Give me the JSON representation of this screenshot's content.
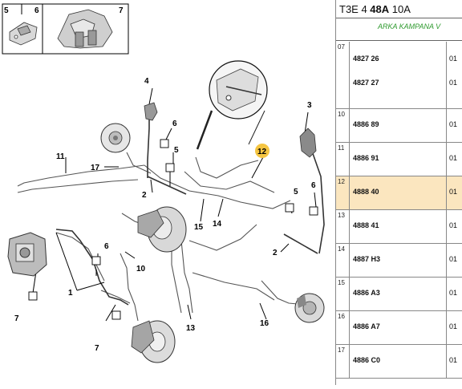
{
  "header": {
    "code_prefix": "T3E 4 ",
    "code_bold": "48A",
    "code_suffix": " 10A"
  },
  "subtitle": "ARKA KAMPANA V",
  "rows": [
    {
      "num": "07",
      "refs": [
        "4827 26",
        "4827 27"
      ],
      "qtys": [
        "01",
        "01"
      ],
      "highlight": false
    },
    {
      "num": "10",
      "refs": [
        "4886 89"
      ],
      "qtys": [
        "01"
      ],
      "highlight": false
    },
    {
      "num": "11",
      "refs": [
        "4886 91"
      ],
      "qtys": [
        "01"
      ],
      "highlight": false
    },
    {
      "num": "12",
      "refs": [
        "4888 40"
      ],
      "qtys": [
        "01"
      ],
      "highlight": true
    },
    {
      "num": "13",
      "refs": [
        "4888 41"
      ],
      "qtys": [
        "01"
      ],
      "highlight": false
    },
    {
      "num": "14",
      "refs": [
        "4887 H3"
      ],
      "qtys": [
        "01"
      ],
      "highlight": false
    },
    {
      "num": "15",
      "refs": [
        "4886 A3"
      ],
      "qtys": [
        "01"
      ],
      "highlight": false
    },
    {
      "num": "16",
      "refs": [
        "4886 A7"
      ],
      "qtys": [
        "01"
      ],
      "highlight": false
    },
    {
      "num": "17",
      "refs": [
        "4886 C0"
      ],
      "qtys": [
        "01"
      ],
      "highlight": false
    }
  ],
  "diagram": {
    "inset_labels": [
      "5",
      "6",
      "7"
    ],
    "callouts": [
      "1",
      "1",
      "2",
      "2",
      "3",
      "4",
      "5",
      "5",
      "6",
      "6",
      "6",
      "7",
      "7",
      "10",
      "11",
      "12",
      "13",
      "14",
      "15",
      "16",
      "17"
    ],
    "highlighted_callout": "12",
    "highlight_color": "#f5c542"
  }
}
